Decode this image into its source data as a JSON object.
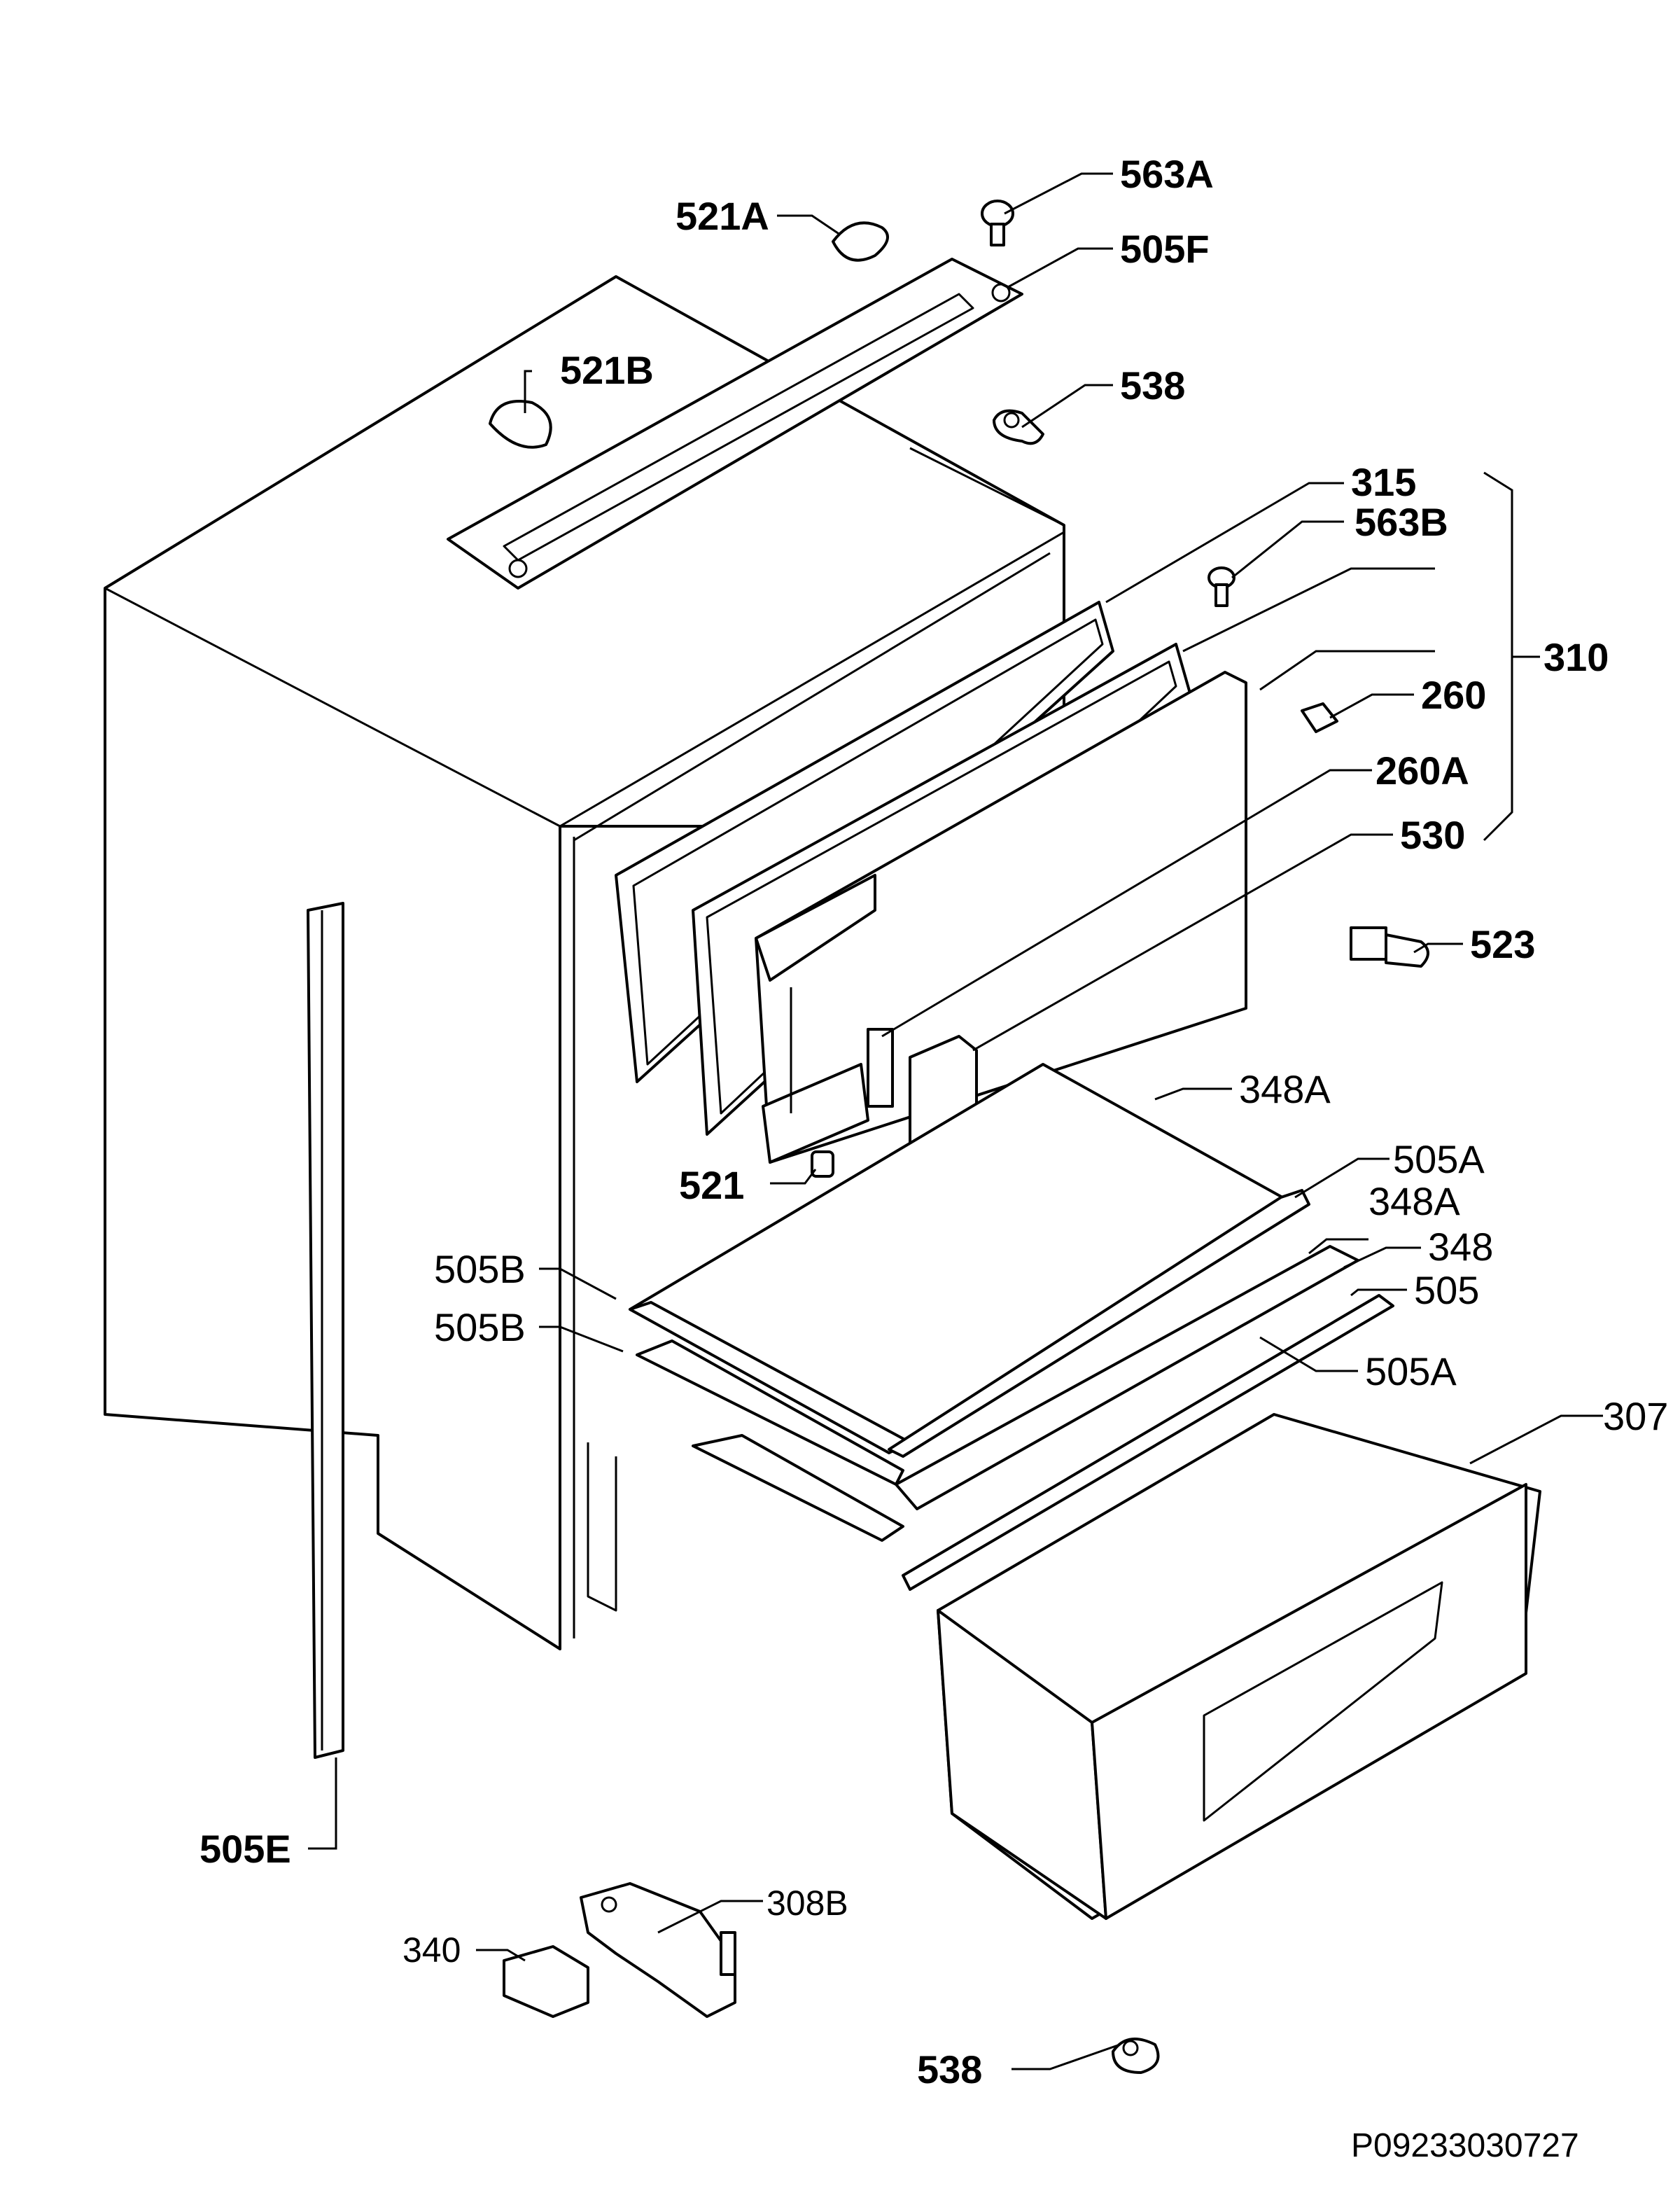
{
  "labels": {
    "l563A": "563A",
    "l521A": "521A",
    "l505F": "505F",
    "l521B": "521B",
    "l538_top": "538",
    "l315": "315",
    "l563B": "563B",
    "l310": "310",
    "l260": "260",
    "l260A": "260A",
    "l530": "530",
    "l523": "523",
    "l348A_1": "348A",
    "l505A_1": "505A",
    "l348A_2": "348A",
    "l348": "348",
    "l505": "505",
    "l505A_2": "505A",
    "l521": "521",
    "l505B_1": "505B",
    "l505B_2": "505B",
    "l307": "307",
    "l505E": "505E",
    "l308B": "308B",
    "l340": "340",
    "l538_bottom": "538"
  },
  "doc_id": "P09233030727",
  "colors": {
    "line": "#000000",
    "background": "#ffffff"
  }
}
